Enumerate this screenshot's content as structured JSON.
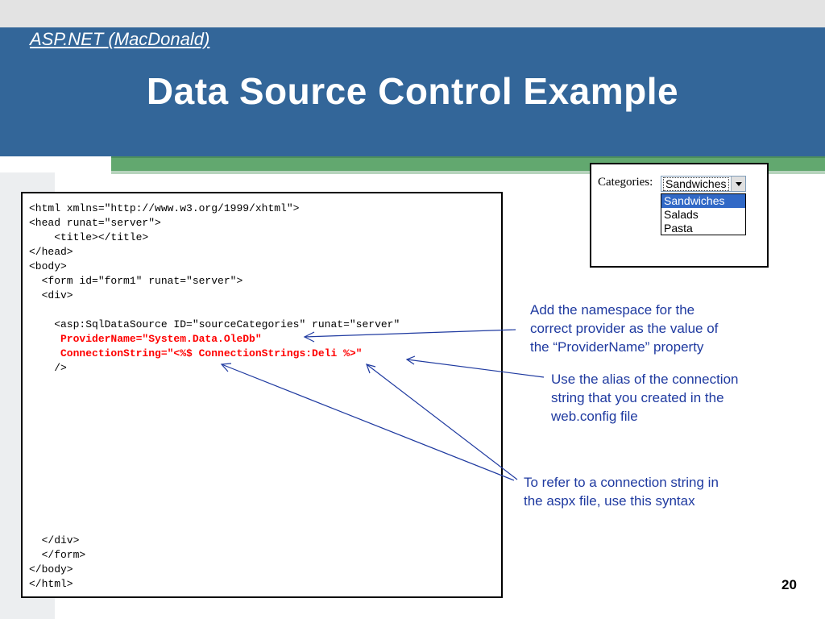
{
  "header": {
    "course_link": "ASP.NET (MacDonald)",
    "title": "Data Source Control Example"
  },
  "code": [
    {
      "text": "<html xmlns=\"http://www.w3.org/1999/xhtml\">",
      "highlight": false
    },
    {
      "text": "<head runat=\"server\">",
      "highlight": false
    },
    {
      "text": "    <title></title>",
      "highlight": false
    },
    {
      "text": "</head>",
      "highlight": false
    },
    {
      "text": "<body>",
      "highlight": false
    },
    {
      "text": "  <form id=\"form1\" runat=\"server\">",
      "highlight": false
    },
    {
      "text": "  <div>",
      "highlight": false
    },
    {
      "text": "",
      "highlight": false
    },
    {
      "text": "    <asp:SqlDataSource ID=\"sourceCategories\" runat=\"server\"",
      "highlight": false
    },
    {
      "text": "     ProviderName=\"System.Data.OleDb\"",
      "highlight": true
    },
    {
      "text": "     ConnectionString=\"<%$ ConnectionStrings:Deli %>\"",
      "highlight": true
    },
    {
      "text": "    />",
      "highlight": false
    },
    {
      "text": "  </div>",
      "highlight": false
    },
    {
      "text": "  </form>",
      "highlight": false
    },
    {
      "text": "</body>",
      "highlight": false
    },
    {
      "text": "</html>",
      "highlight": false
    }
  ],
  "dropdown": {
    "label": "Categories:",
    "selected": "Sandwiches",
    "options": [
      "Sandwiches",
      "Salads",
      "Pasta"
    ]
  },
  "notes": {
    "provider": "Add the namespace for the\ncorrect provider as the value of\nthe “ProviderName” property",
    "alias": "Use the alias of the connection\nstring that you created in the\nweb.config file",
    "syntax": "To refer to a connection string in\nthe aspx file, use this syntax"
  },
  "page_number": "20",
  "colors": {
    "header_band": "#336699",
    "accent_green": "#62a86f",
    "note_text": "#1f3aa0",
    "code_highlight": "#ff0000"
  }
}
